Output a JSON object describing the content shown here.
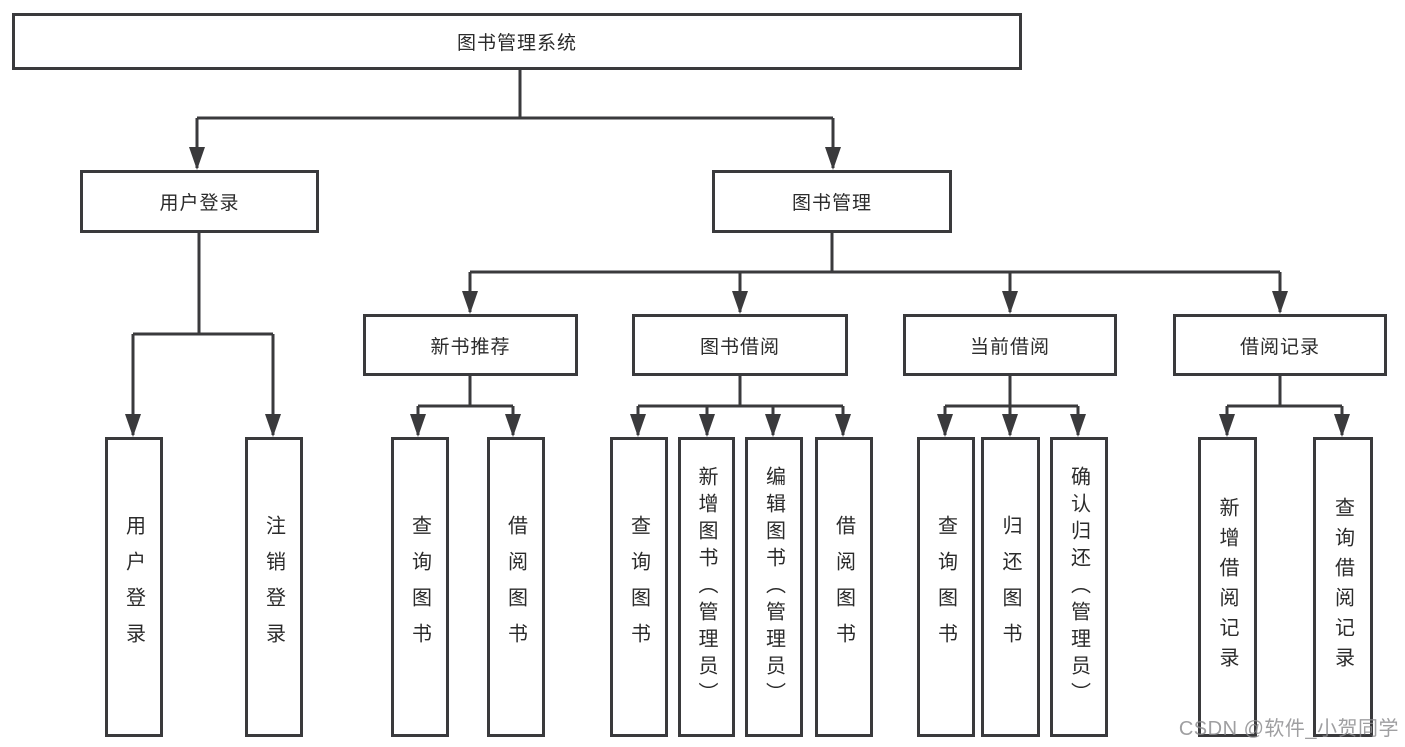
{
  "nodes": {
    "root": {
      "label": "图书管理系统"
    },
    "user_login": {
      "label": "用户登录"
    },
    "book_mgmt": {
      "label": "图书管理"
    },
    "new_book_rec": {
      "label": "新书推荐"
    },
    "book_borrow": {
      "label": "图书借阅"
    },
    "current_borrow": {
      "label": "当前借阅"
    },
    "borrow_records": {
      "label": "借阅记录"
    },
    "leaf_user_login": {
      "label": "用户登录"
    },
    "leaf_logout": {
      "label": "注销登录"
    },
    "leaf_nb_query": {
      "label": "查询图书"
    },
    "leaf_nb_borrow": {
      "label": "借阅图书"
    },
    "leaf_bw_query": {
      "label": "查询图书"
    },
    "leaf_bw_add": {
      "label": "新增图书（管理员）"
    },
    "leaf_bw_edit": {
      "label": "编辑图书（管理员）"
    },
    "leaf_bw_borrow": {
      "label": "借阅图书"
    },
    "leaf_cur_query": {
      "label": "查询图书"
    },
    "leaf_cur_return": {
      "label": "归还图书"
    },
    "leaf_cur_confirm": {
      "label": "确认归还（管理员）"
    },
    "leaf_rec_add": {
      "label": "新增借阅记录"
    },
    "leaf_rec_query": {
      "label": "查询借阅记录"
    }
  },
  "hierarchy": {
    "图书管理系统": [
      "用户登录",
      "图书管理"
    ],
    "用户登录": [
      "用户登录",
      "注销登录"
    ],
    "图书管理": [
      "新书推荐",
      "图书借阅",
      "当前借阅",
      "借阅记录"
    ],
    "新书推荐": [
      "查询图书",
      "借阅图书"
    ],
    "图书借阅": [
      "查询图书",
      "新增图书（管理员）",
      "编辑图书（管理员）",
      "借阅图书"
    ],
    "当前借阅": [
      "查询图书",
      "归还图书",
      "确认归还（管理员）"
    ],
    "借阅记录": [
      "新增借阅记录",
      "查询借阅记录"
    ]
  },
  "watermark": {
    "text": "CSDN @软件_小贺同学"
  },
  "colors": {
    "line": "#3a3a3c",
    "box_border": "#3a3a3c",
    "box_fill": "#ffffff",
    "text": "#2b2b2b",
    "watermark": "#8a8a8c"
  }
}
